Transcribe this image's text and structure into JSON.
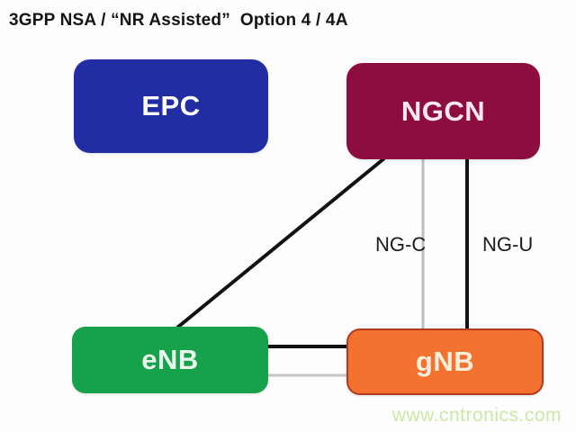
{
  "title": "3GPP NSA / “NR Assisted”  Option 4 / 4A",
  "nodes": {
    "epc": {
      "label": "EPC",
      "fill": "#222da3",
      "text_color": "#ffffff"
    },
    "ngcn": {
      "label": "NGCN",
      "fill": "#8d0e3e",
      "text_color": "#fde9ef"
    },
    "enb": {
      "label": "eNB",
      "fill": "#16a24b",
      "text_color": "#eaf7ed"
    },
    "gnb": {
      "label": "gNB",
      "fill": "#f4722f",
      "border_color": "#b03a22",
      "text_color": "#fceedd"
    }
  },
  "edges": {
    "ngcn_to_enb": {
      "color": "#121212"
    },
    "ng_c": {
      "label": "NG-C",
      "color": "#bdbdbd"
    },
    "ng_u": {
      "label": "NG-U",
      "color": "#121212"
    },
    "enb_gnb_upper": {
      "color": "#121212"
    },
    "enb_gnb_lower": {
      "color": "#c6c6c6"
    }
  },
  "watermark": {
    "text": "www.cntronics.com",
    "color": "#cbe9a5"
  }
}
